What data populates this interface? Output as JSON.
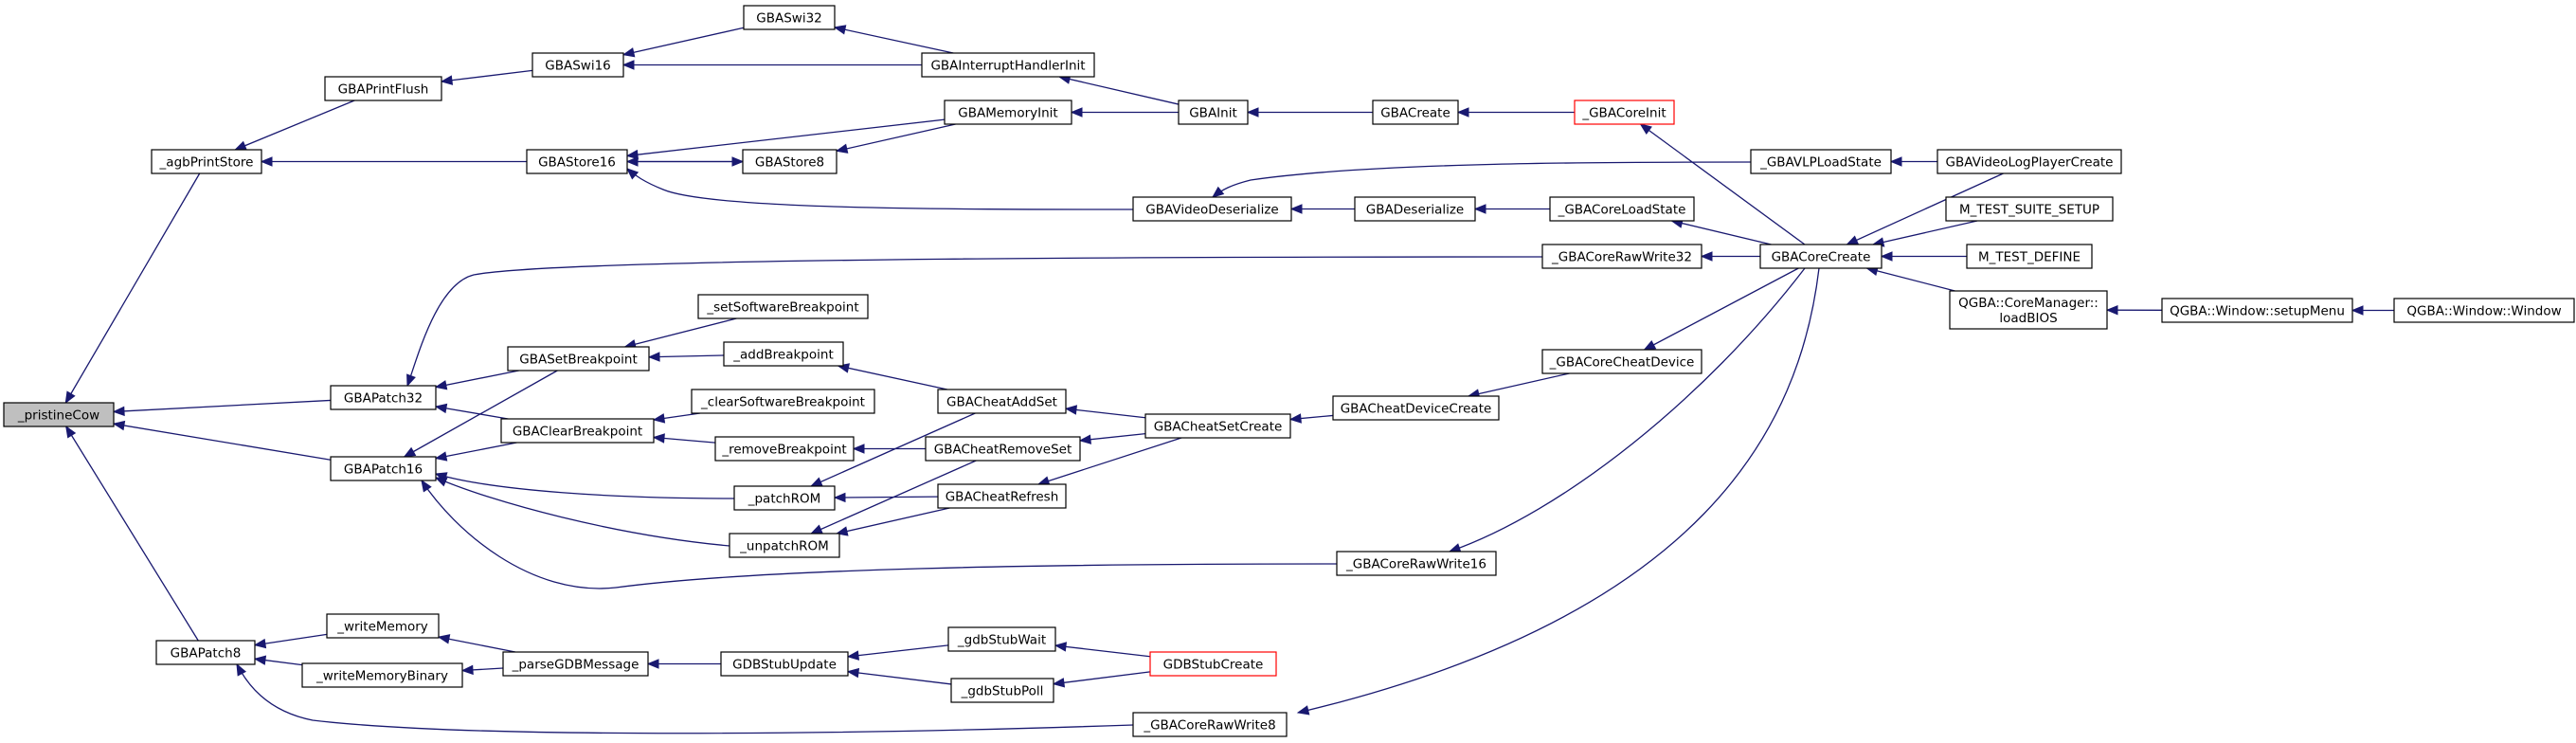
{
  "graph": {
    "nodes": [
      {
        "id": "pristineCow",
        "label": [
          "_pristineCow"
        ],
        "style": "root"
      },
      {
        "id": "agbPrintStore",
        "label": [
          "_agbPrintStore"
        ]
      },
      {
        "id": "GBAPrintFlush",
        "label": [
          "GBAPrintFlush"
        ]
      },
      {
        "id": "GBASwi16",
        "label": [
          "GBASwi16"
        ]
      },
      {
        "id": "GBASwi32",
        "label": [
          "GBASwi32"
        ]
      },
      {
        "id": "GBAInterruptHandlerInit",
        "label": [
          "GBAInterruptHandlerInit"
        ]
      },
      {
        "id": "GBAInit",
        "label": [
          "GBAInit"
        ]
      },
      {
        "id": "GBACreate",
        "label": [
          "GBACreate"
        ]
      },
      {
        "id": "GBACoreInit",
        "label": [
          "_GBACoreInit"
        ],
        "style": "red"
      },
      {
        "id": "GBAStore16",
        "label": [
          "GBAStore16"
        ]
      },
      {
        "id": "GBAStore8",
        "label": [
          "GBAStore8"
        ]
      },
      {
        "id": "GBAMemoryInit",
        "label": [
          "GBAMemoryInit"
        ]
      },
      {
        "id": "GBAVideoDeserialize",
        "label": [
          "GBAVideoDeserialize"
        ]
      },
      {
        "id": "GBADeserialize",
        "label": [
          "GBADeserialize"
        ]
      },
      {
        "id": "GBACoreLoadState",
        "label": [
          "_GBACoreLoadState"
        ]
      },
      {
        "id": "GBAVLPLoadState",
        "label": [
          "_GBAVLPLoadState"
        ]
      },
      {
        "id": "GBAVideoLogPlayerCreate",
        "label": [
          "GBAVideoLogPlayerCreate"
        ]
      },
      {
        "id": "GBACoreCreate",
        "label": [
          "GBACoreCreate"
        ]
      },
      {
        "id": "MTestSuiteSetup",
        "label": [
          "M_TEST_SUITE_SETUP"
        ]
      },
      {
        "id": "MTestDefine",
        "label": [
          "M_TEST_DEFINE"
        ]
      },
      {
        "id": "loadBIOS",
        "label": [
          "QGBA::CoreManager::",
          "loadBIOS"
        ]
      },
      {
        "id": "setupMenu",
        "label": [
          "QGBA::Window::setupMenu"
        ]
      },
      {
        "id": "Window",
        "label": [
          "QGBA::Window::Window"
        ]
      },
      {
        "id": "GBACoreRawWrite32",
        "label": [
          "_GBACoreRawWrite32"
        ]
      },
      {
        "id": "GBAPatch32",
        "label": [
          "GBAPatch32"
        ]
      },
      {
        "id": "setSoftwareBreakpoint",
        "label": [
          "_setSoftwareBreakpoint"
        ]
      },
      {
        "id": "GBASetBreakpoint",
        "label": [
          "GBASetBreakpoint"
        ]
      },
      {
        "id": "addBreakpoint",
        "label": [
          "_addBreakpoint"
        ]
      },
      {
        "id": "GBACheatAddSet",
        "label": [
          "GBACheatAddSet"
        ]
      },
      {
        "id": "clearSoftwareBreakpoint",
        "label": [
          "_clearSoftwareBreakpoint"
        ]
      },
      {
        "id": "GBAClearBreakpoint",
        "label": [
          "GBAClearBreakpoint"
        ]
      },
      {
        "id": "removeBreakpoint",
        "label": [
          "_removeBreakpoint"
        ]
      },
      {
        "id": "GBACheatRemoveSet",
        "label": [
          "GBACheatRemoveSet"
        ]
      },
      {
        "id": "GBACheatSetCreate",
        "label": [
          "GBACheatSetCreate"
        ]
      },
      {
        "id": "GBACheatDeviceCreate",
        "label": [
          "GBACheatDeviceCreate"
        ]
      },
      {
        "id": "GBACoreCheatDevice",
        "label": [
          "_GBACoreCheatDevice"
        ]
      },
      {
        "id": "GBAPatch16",
        "label": [
          "GBAPatch16"
        ]
      },
      {
        "id": "patchROM",
        "label": [
          "_patchROM"
        ]
      },
      {
        "id": "GBACheatRefresh",
        "label": [
          "GBACheatRefresh"
        ]
      },
      {
        "id": "unpatchROM",
        "label": [
          "_unpatchROM"
        ]
      },
      {
        "id": "GBACoreRawWrite16",
        "label": [
          "_GBACoreRawWrite16"
        ]
      },
      {
        "id": "GBAPatch8",
        "label": [
          "GBAPatch8"
        ]
      },
      {
        "id": "writeMemory",
        "label": [
          "_writeMemory"
        ]
      },
      {
        "id": "writeMemoryBinary",
        "label": [
          "_writeMemoryBinary"
        ]
      },
      {
        "id": "parseGDBMessage",
        "label": [
          "_parseGDBMessage"
        ]
      },
      {
        "id": "GDBStubUpdate",
        "label": [
          "GDBStubUpdate"
        ]
      },
      {
        "id": "gdbStubWait",
        "label": [
          "_gdbStubWait"
        ]
      },
      {
        "id": "gdbStubPoll",
        "label": [
          "_gdbStubPoll"
        ]
      },
      {
        "id": "GDBStubCreate",
        "label": [
          "GDBStubCreate"
        ],
        "style": "red"
      },
      {
        "id": "GBACoreRawWrite8",
        "label": [
          "_GBACoreRawWrite8"
        ]
      }
    ],
    "edges": [
      [
        "pristineCow",
        "agbPrintStore"
      ],
      [
        "pristineCow",
        "GBAPatch32"
      ],
      [
        "pristineCow",
        "GBAPatch16"
      ],
      [
        "pristineCow",
        "GBAPatch8"
      ],
      [
        "agbPrintStore",
        "GBAPrintFlush"
      ],
      [
        "agbPrintStore",
        "GBAStore16"
      ],
      [
        "GBAPrintFlush",
        "GBASwi16"
      ],
      [
        "GBASwi16",
        "GBASwi32"
      ],
      [
        "GBASwi16",
        "GBAInterruptHandlerInit"
      ],
      [
        "GBASwi32",
        "GBAInterruptHandlerInit"
      ],
      [
        "GBAInterruptHandlerInit",
        "GBAInit"
      ],
      [
        "GBAInit",
        "GBACreate"
      ],
      [
        "GBACreate",
        "GBACoreInit"
      ],
      [
        "GBACoreInit",
        "GBACoreCreate"
      ],
      [
        "GBAStore16",
        "GBAStore8"
      ],
      [
        "GBAStore16",
        "GBAMemoryInit"
      ],
      [
        "GBAStore16",
        "GBAVideoDeserialize"
      ],
      [
        "GBAStore8",
        "GBAStore16"
      ],
      [
        "GBAStore8",
        "GBAMemoryInit"
      ],
      [
        "GBAMemoryInit",
        "GBAInit"
      ],
      [
        "GBAVideoDeserialize",
        "GBAVLPLoadState"
      ],
      [
        "GBAVideoDeserialize",
        "GBADeserialize"
      ],
      [
        "GBADeserialize",
        "GBACoreLoadState"
      ],
      [
        "GBACoreLoadState",
        "GBACoreCreate"
      ],
      [
        "GBAVLPLoadState",
        "GBAVideoLogPlayerCreate"
      ],
      [
        "GBACoreCreate",
        "GBAVideoLogPlayerCreate"
      ],
      [
        "GBACoreCreate",
        "MTestSuiteSetup"
      ],
      [
        "GBACoreCreate",
        "MTestDefine"
      ],
      [
        "GBACoreCreate",
        "loadBIOS"
      ],
      [
        "loadBIOS",
        "setupMenu"
      ],
      [
        "setupMenu",
        "Window"
      ],
      [
        "GBAPatch32",
        "GBACoreRawWrite32"
      ],
      [
        "GBAPatch32",
        "GBASetBreakpoint"
      ],
      [
        "GBAPatch32",
        "GBAClearBreakpoint"
      ],
      [
        "GBACoreRawWrite32",
        "GBACoreCreate"
      ],
      [
        "GBASetBreakpoint",
        "setSoftwareBreakpoint"
      ],
      [
        "GBASetBreakpoint",
        "addBreakpoint"
      ],
      [
        "addBreakpoint",
        "GBACheatAddSet"
      ],
      [
        "GBACheatAddSet",
        "GBACheatSetCreate"
      ],
      [
        "GBAClearBreakpoint",
        "clearSoftwareBreakpoint"
      ],
      [
        "GBAClearBreakpoint",
        "removeBreakpoint"
      ],
      [
        "removeBreakpoint",
        "GBACheatRemoveSet"
      ],
      [
        "GBACheatRemoveSet",
        "GBACheatSetCreate"
      ],
      [
        "GBACheatRefresh",
        "GBACheatSetCreate"
      ],
      [
        "GBACheatSetCreate",
        "GBACheatDeviceCreate"
      ],
      [
        "GBACheatDeviceCreate",
        "GBACoreCheatDevice"
      ],
      [
        "GBACoreCheatDevice",
        "GBACoreCreate"
      ],
      [
        "GBAPatch16",
        "GBASetBreakpoint"
      ],
      [
        "GBAPatch16",
        "GBAClearBreakpoint"
      ],
      [
        "GBAPatch16",
        "patchROM"
      ],
      [
        "GBAPatch16",
        "unpatchROM"
      ],
      [
        "GBAPatch16",
        "GBACoreRawWrite16"
      ],
      [
        "patchROM",
        "GBACheatAddSet"
      ],
      [
        "patchROM",
        "GBACheatRefresh"
      ],
      [
        "unpatchROM",
        "GBACheatRemoveSet"
      ],
      [
        "unpatchROM",
        "GBACheatRefresh"
      ],
      [
        "GBACoreRawWrite16",
        "GBACoreCreate"
      ],
      [
        "GBAPatch8",
        "writeMemory"
      ],
      [
        "GBAPatch8",
        "writeMemoryBinary"
      ],
      [
        "GBAPatch8",
        "GBACoreRawWrite8"
      ],
      [
        "writeMemory",
        "parseGDBMessage"
      ],
      [
        "writeMemoryBinary",
        "parseGDBMessage"
      ],
      [
        "parseGDBMessage",
        "GDBStubUpdate"
      ],
      [
        "GDBStubUpdate",
        "gdbStubWait"
      ],
      [
        "GDBStubUpdate",
        "gdbStubPoll"
      ],
      [
        "gdbStubWait",
        "GDBStubCreate"
      ],
      [
        "gdbStubPoll",
        "GDBStubCreate"
      ],
      [
        "GBACoreRawWrite8",
        "GBACoreCreate"
      ]
    ]
  },
  "colors": {
    "edge": "#191970",
    "node_border": "#000000",
    "root_fill": "#bfbfbf",
    "highlight_border": "#ff0000"
  }
}
